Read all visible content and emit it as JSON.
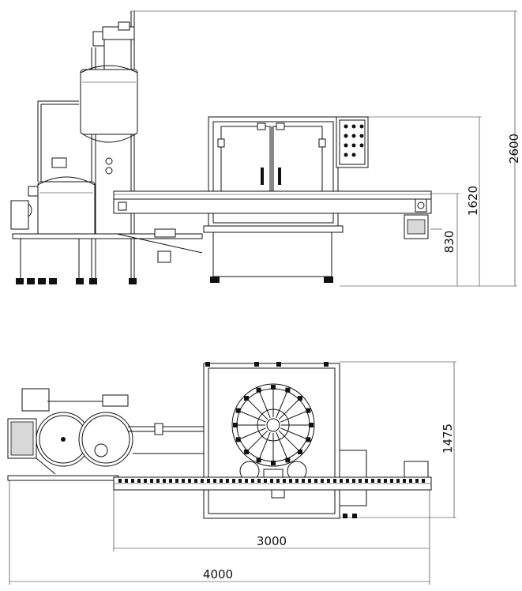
{
  "dimensions": {
    "overall_height": "2600",
    "conveyor_height": "1620",
    "base_height": "830",
    "top_depth": "1475",
    "machine_length": "3000",
    "total_length": "4000"
  }
}
